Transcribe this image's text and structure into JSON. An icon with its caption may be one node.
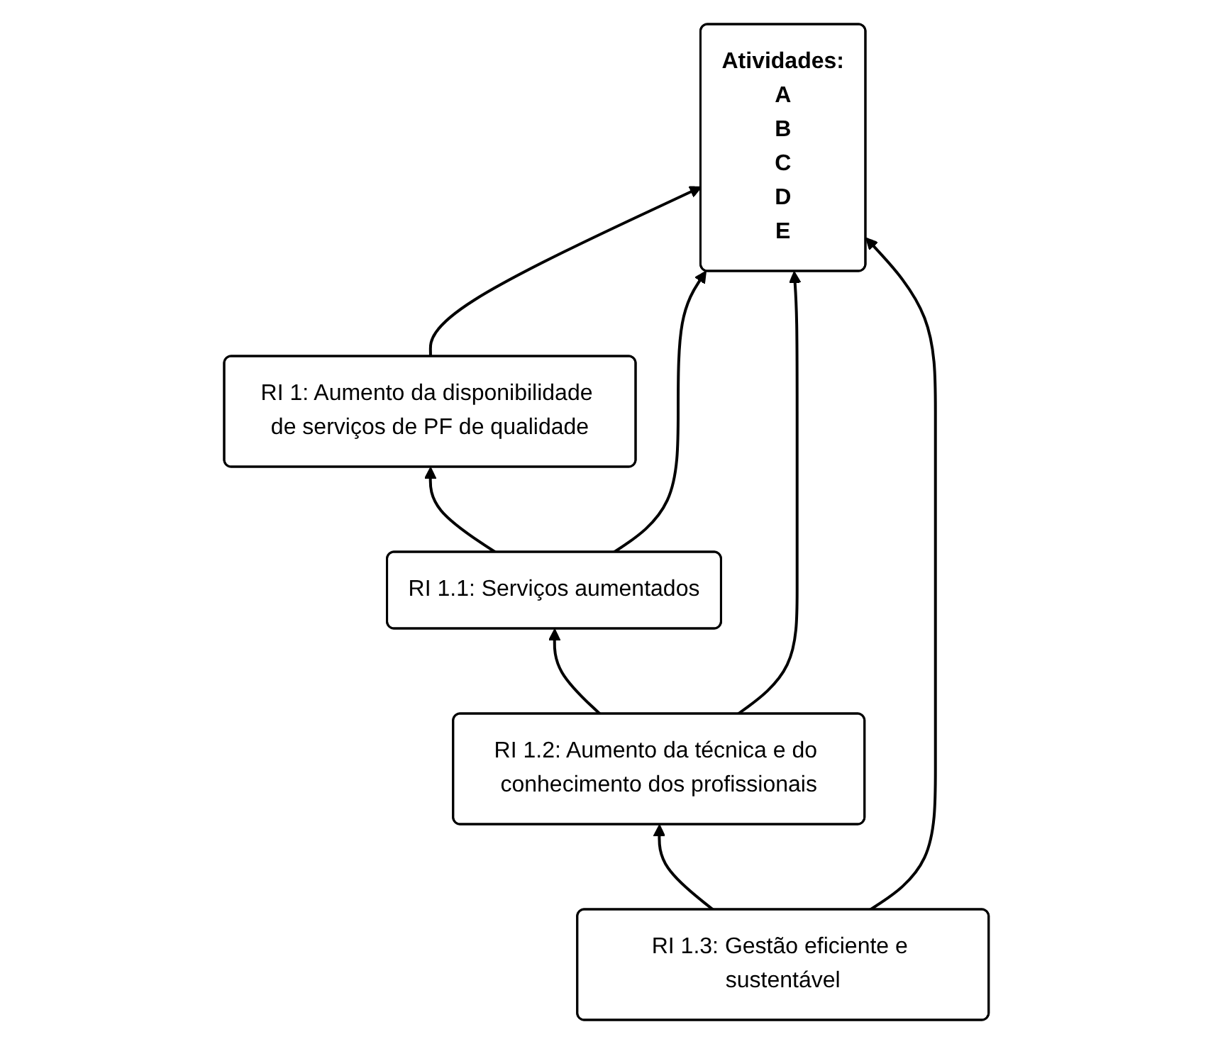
{
  "diagram": {
    "nodes": [
      {
        "text": [
          "RI 1: Aumento da disponibilidade de serviços de PF de qualidade"
        ]
      },
      {
        "text": [
          "RI 1.1: Serviços aumentados"
        ]
      },
      {
        "text": [
          "RI 1.2: Aumento da técnica e do conhecimento dos profissionais"
        ]
      },
      {
        "text": [
          "RI 1.3: Gestão eficiente e sustentável"
        ]
      },
      {
        "text": [
          "Atividades:",
          "A",
          "B",
          "C",
          "D",
          "E"
        ]
      }
    ],
    "edges": [
      {
        "from": 1,
        "to": 0,
        "arrow": "to"
      },
      {
        "from": 2,
        "to": 1,
        "arrow": "to"
      },
      {
        "from": 3,
        "to": 2,
        "arrow": "to"
      },
      {
        "from": 0,
        "to": 4,
        "arrow": "to"
      },
      {
        "from": 1,
        "to": 4,
        "arrow": "to"
      },
      {
        "from": 2,
        "to": 4,
        "arrow": "to"
      },
      {
        "from": 3,
        "to": 4,
        "arrow": "to"
      }
    ]
  }
}
